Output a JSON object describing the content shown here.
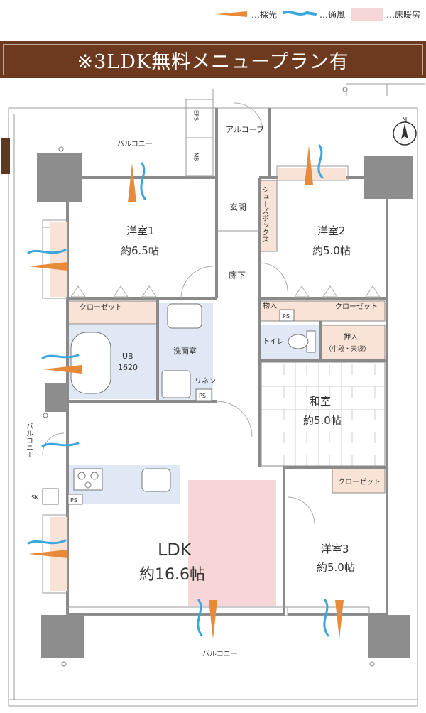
{
  "legend": {
    "light_label": "…採光",
    "wind_label": "…通風",
    "floor_heating_label": "…床暖房"
  },
  "banner": {
    "text": "※3LDK無料メニュープラン有"
  },
  "compass": {
    "label": "N"
  },
  "rooms": {
    "bedroom1": {
      "name": "洋室1",
      "size": "約6.5帖"
    },
    "bedroom2": {
      "name": "洋室2",
      "size": "約5.0帖"
    },
    "bedroom3": {
      "name": "洋室3",
      "size": "約5.0帖"
    },
    "washitsu": {
      "name": "和室",
      "size": "約5.0帖"
    },
    "ldk": {
      "name": "LDK",
      "size": "約16.6帖"
    }
  },
  "labels": {
    "balcony_top": "バルコニー",
    "balcony_bottom": "バルコニー",
    "balcony_side": "バルコニー",
    "alcove": "アルコーブ",
    "entrance": "玄関",
    "corridor": "廊下",
    "shoebox": "シューズボックス",
    "eps": "EPS",
    "mb": "MB",
    "closet_b1": "クローゼット",
    "closet_b2": "クローゼット",
    "closet_b3": "クローゼット",
    "storage": "物入",
    "ps_storage": "PS",
    "toilet": "トイレ",
    "oshiire": "押入",
    "oshiire_sub": "（中段・天袋）",
    "ub": "UB",
    "ub_size": "1620",
    "washroom": "洗面室",
    "linen": "リネン",
    "ps_wash": "PS",
    "ps_kitchen": "PS",
    "sk": "SK"
  }
}
